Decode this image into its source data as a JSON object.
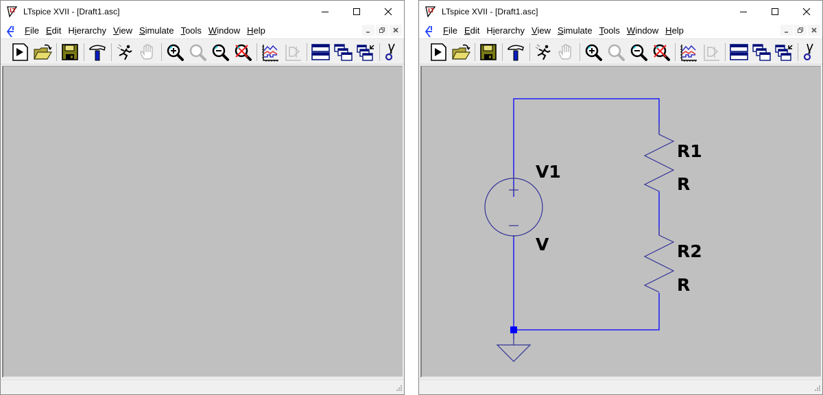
{
  "windows": [
    {
      "id": "left",
      "title": "LTspice XVII - [Draft1.asc]",
      "menu": [
        "File",
        "Edit",
        "Hierarchy",
        "View",
        "Simulate",
        "Tools",
        "Window",
        "Help"
      ],
      "menu_mnemonics": [
        "F",
        "E",
        "i",
        "V",
        "S",
        "T",
        "W",
        "H"
      ],
      "schematic": "empty"
    },
    {
      "id": "right",
      "title": "LTspice XVII - [Draft1.asc]",
      "menu": [
        "File",
        "Edit",
        "Hierarchy",
        "View",
        "Simulate",
        "Tools",
        "Window",
        "Help"
      ],
      "menu_mnemonics": [
        "F",
        "E",
        "i",
        "V",
        "S",
        "T",
        "W",
        "H"
      ],
      "schematic": "circuit"
    }
  ],
  "title_controls": [
    "minimize",
    "maximize",
    "close"
  ],
  "mdi_controls": [
    "minimize",
    "restore",
    "close"
  ],
  "toolbar": [
    {
      "name": "run-icon",
      "tooltip": "Run"
    },
    {
      "name": "open-folder-icon",
      "tooltip": "Open"
    },
    {
      "sep": true
    },
    {
      "name": "save-icon",
      "tooltip": "Save"
    },
    {
      "sep": true
    },
    {
      "name": "hammer-icon",
      "tooltip": "Control Panel"
    },
    {
      "sep": true
    },
    {
      "name": "running-man-icon",
      "tooltip": "Halt"
    },
    {
      "name": "hand-icon",
      "tooltip": "Pan",
      "disabled": true
    },
    {
      "sep": true
    },
    {
      "name": "zoom-in-icon",
      "tooltip": "Zoom In"
    },
    {
      "name": "zoom-pan-icon",
      "tooltip": "Pan",
      "disabled": true
    },
    {
      "name": "zoom-out-icon",
      "tooltip": "Zoom Out"
    },
    {
      "name": "zoom-fit-icon",
      "tooltip": "Zoom to Fit"
    },
    {
      "sep": true
    },
    {
      "name": "autorange-icon",
      "tooltip": "Autorange"
    },
    {
      "name": "fft-icon",
      "tooltip": "Mark Text",
      "disabled": true
    },
    {
      "sep": true
    },
    {
      "name": "tile-horizontal-icon",
      "tooltip": "Tile Horizontally"
    },
    {
      "name": "cascade-icon",
      "tooltip": "Cascade"
    },
    {
      "name": "cascade-arrange-icon",
      "tooltip": "Arrange"
    },
    {
      "sep": true
    },
    {
      "name": "scissors-icon",
      "tooltip": "Cut"
    }
  ],
  "circuit": {
    "components": [
      {
        "ref": "V1",
        "value": "V",
        "type": "voltage-source"
      },
      {
        "ref": "R1",
        "value": "R",
        "type": "resistor"
      },
      {
        "ref": "R2",
        "value": "R",
        "type": "resistor"
      }
    ],
    "ground": true,
    "wire_color": "#0000ff",
    "component_color": "#333399",
    "canvas_color": "#c0c0c0"
  }
}
